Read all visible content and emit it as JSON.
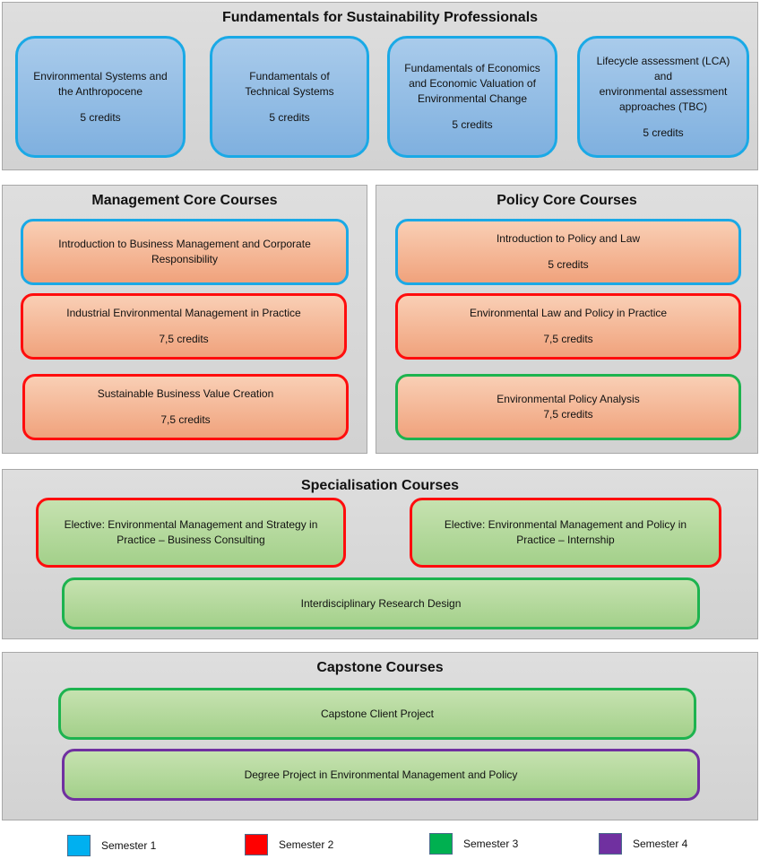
{
  "fundamentals": {
    "title": "Fundamentals for Sustainability Professionals",
    "courses": [
      {
        "name": "Environmental Systems and\nthe Anthropocene",
        "credits": "5 credits"
      },
      {
        "name": "Fundamentals of\nTechnical Systems",
        "credits": "5 credits"
      },
      {
        "name": "Fundamentals of Economics\nand Economic Valuation of\nEnvironmental Change",
        "credits": "5 credits"
      },
      {
        "name": "Lifecycle assessment (LCA)\nand\nenvironmental assessment\napproaches (TBC)",
        "credits": "5 credits"
      }
    ]
  },
  "management": {
    "title": "Management Core Courses",
    "courses": [
      {
        "name": "Introduction to Business Management and Corporate\nResponsibility",
        "credits": ""
      },
      {
        "name": "Industrial Environmental Management  in Practice",
        "credits": "7,5 credits"
      },
      {
        "name": "Sustainable  Business Value Creation",
        "credits": "7,5 credits"
      }
    ]
  },
  "policy": {
    "title": "Policy Core Courses",
    "courses": [
      {
        "name": "Introduction to Policy and Law",
        "credits": "5 credits"
      },
      {
        "name": "Environmental Law and Policy in Practice",
        "credits": "7,5 credits"
      },
      {
        "name": "Environmental Policy Analysis\n7,5 credits",
        "credits": ""
      }
    ]
  },
  "specialisation": {
    "title": "Specialisation Courses",
    "courses": [
      {
        "name": "Elective: Environmental Management and Strategy in\nPractice – Business Consulting"
      },
      {
        "name": "Elective: Environmental Management and Policy in\nPractice – Internship"
      },
      {
        "name": "Interdisciplinary Research Design"
      }
    ]
  },
  "capstone": {
    "title": "Capstone Courses",
    "courses": [
      {
        "name": "Capstone Client Project"
      },
      {
        "name": "Degree Project in Environmental Management and Policy"
      }
    ]
  },
  "legend": [
    {
      "label": "Semester 1",
      "color": "#00b0f0"
    },
    {
      "label": "Semester 2",
      "color": "#ff0000"
    },
    {
      "label": "Semester 3",
      "color": "#00b050"
    },
    {
      "label": "Semester 4",
      "color": "#7030a0"
    }
  ]
}
